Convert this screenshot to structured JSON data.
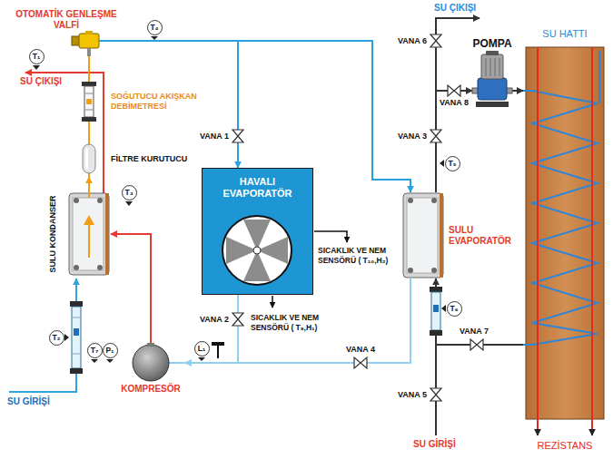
{
  "diagram": {
    "nodes": [
      {
        "text": [
          "OTOMATİK GENLEŞME VALFİ"
        ]
      },
      {
        "text": [
          "SOĞUTUCU AKIŞKAN DEBİMETRESİ"
        ]
      },
      {
        "text": [
          "FİLTRE KURUTUCU"
        ]
      },
      {
        "text": [
          "SULU KONDANSER"
        ]
      },
      {
        "text": [
          "KOMPRESÖR"
        ]
      },
      {
        "text": [
          "HAVALI EVAPORATÖR"
        ]
      },
      {
        "text": [
          "SULU EVAPORATÖR"
        ]
      },
      {
        "text": [
          "POMPA"
        ]
      },
      {
        "text": [
          "SU HATTI",
          "REZİSTANS"
        ]
      }
    ],
    "edges": [
      {
        "from": 4,
        "to": 3,
        "arrow": "to"
      },
      {
        "from": 3,
        "to": 2,
        "arrow": "to"
      },
      {
        "from": 2,
        "to": 1,
        "arrow": "none"
      },
      {
        "from": 1,
        "to": 0,
        "arrow": "none"
      },
      {
        "from": 0,
        "to": 5,
        "arrow": "to"
      },
      {
        "from": 0,
        "to": 6,
        "arrow": "to"
      },
      {
        "from": 5,
        "to": 4,
        "arrow": "to"
      },
      {
        "from": 6,
        "to": 4,
        "arrow": "to"
      },
      {
        "from": 8,
        "to": 6,
        "arrow": "to"
      },
      {
        "from": 6,
        "to": 7,
        "arrow": "to"
      },
      {
        "from": 7,
        "to": 8,
        "arrow": "to"
      }
    ],
    "labels": [
      "SU ÇIKIŞI",
      "T₄",
      "VANA 6",
      "T₁",
      "SU ÇIKIŞI",
      "VANA 8",
      "VANA 1",
      "VANA 3",
      "T₅",
      "T₃",
      "SICAKLIK VE NEM SENSÖRÜ ( T₁₀,H₂)",
      "T₆",
      "VANA 2",
      "SICAKLIK VE NEM SENSÖRÜ ( T₉,H₁)",
      "VANA 7",
      "T₂",
      "VANA 4",
      "T₇",
      "P₁",
      "L₁",
      "VANA 5",
      "SU GİRİŞİ",
      "SU GİRİŞİ"
    ]
  }
}
